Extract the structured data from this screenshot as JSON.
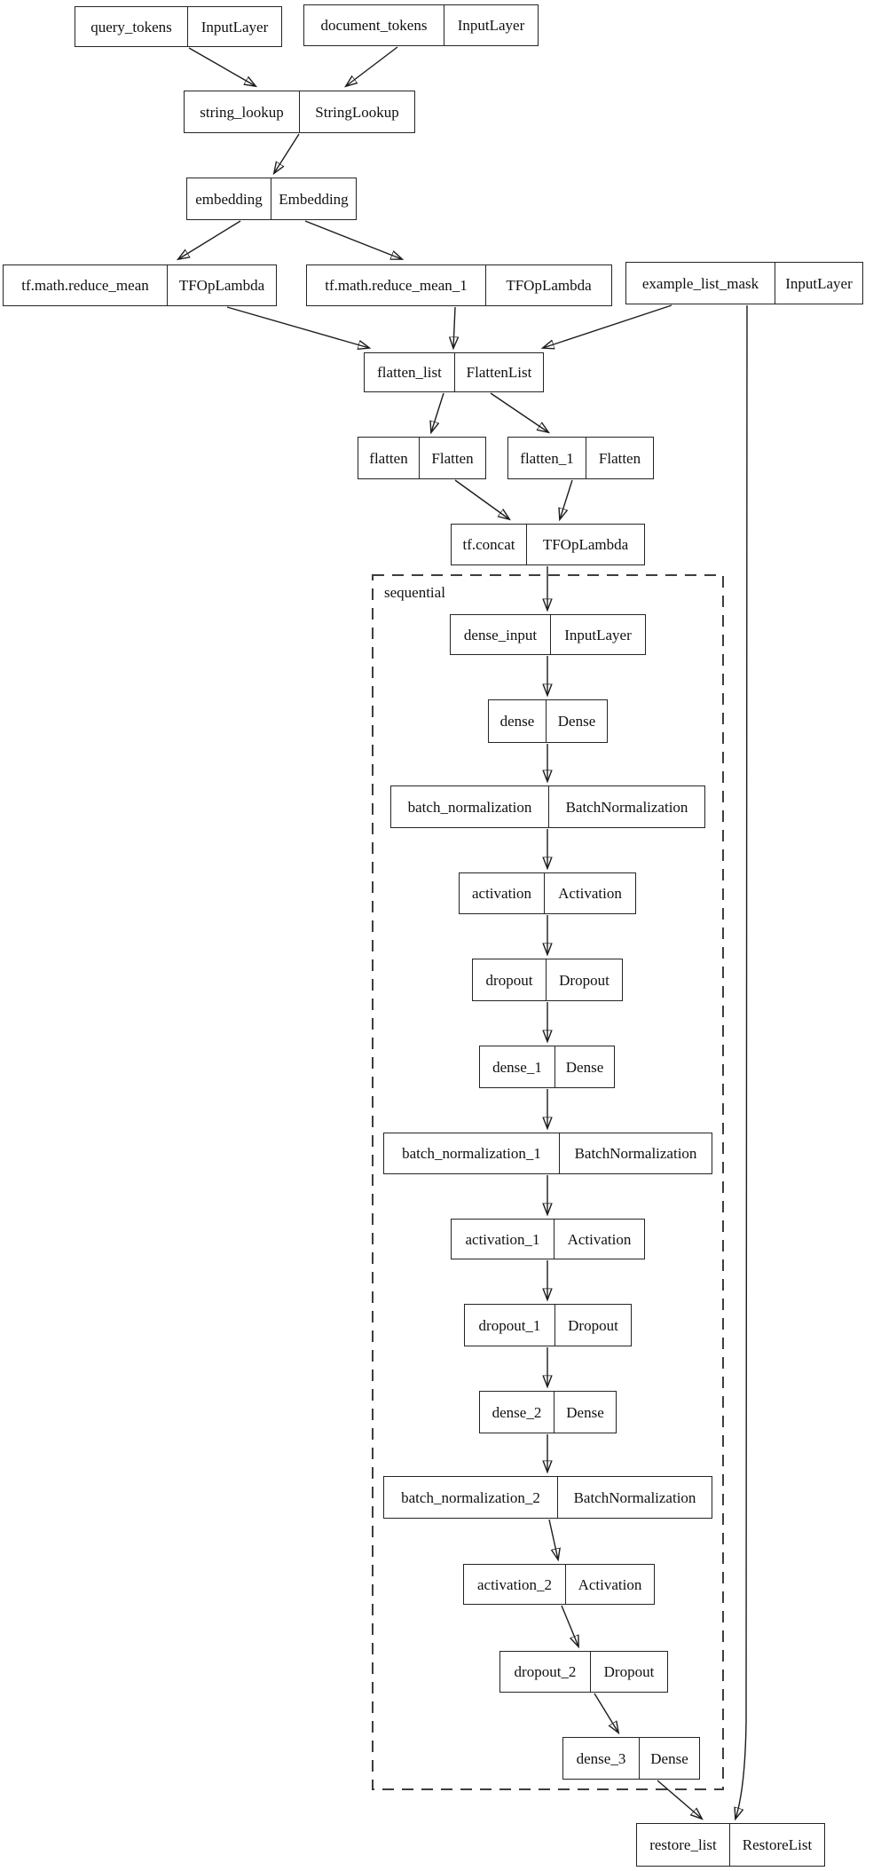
{
  "diagram": {
    "cluster": {
      "label": "sequential"
    },
    "nodes": {
      "query_tokens": {
        "name": "query_tokens",
        "type": "InputLayer"
      },
      "document_tokens": {
        "name": "document_tokens",
        "type": "InputLayer"
      },
      "string_lookup": {
        "name": "string_lookup",
        "type": "StringLookup"
      },
      "embedding": {
        "name": "embedding",
        "type": "Embedding"
      },
      "reduce_mean": {
        "name": "tf.math.reduce_mean",
        "type": "TFOpLambda"
      },
      "reduce_mean_1": {
        "name": "tf.math.reduce_mean_1",
        "type": "TFOpLambda"
      },
      "example_list_mask": {
        "name": "example_list_mask",
        "type": "InputLayer"
      },
      "flatten_list": {
        "name": "flatten_list",
        "type": "FlattenList"
      },
      "flatten": {
        "name": "flatten",
        "type": "Flatten"
      },
      "flatten_1": {
        "name": "flatten_1",
        "type": "Flatten"
      },
      "tf_concat": {
        "name": "tf.concat",
        "type": "TFOpLambda"
      },
      "dense_input": {
        "name": "dense_input",
        "type": "InputLayer"
      },
      "dense": {
        "name": "dense",
        "type": "Dense"
      },
      "batch_normalization": {
        "name": "batch_normalization",
        "type": "BatchNormalization"
      },
      "activation": {
        "name": "activation",
        "type": "Activation"
      },
      "dropout": {
        "name": "dropout",
        "type": "Dropout"
      },
      "dense_1": {
        "name": "dense_1",
        "type": "Dense"
      },
      "bn_1": {
        "name": "batch_normalization_1",
        "type": "BatchNormalization"
      },
      "activation_1": {
        "name": "activation_1",
        "type": "Activation"
      },
      "dropout_1": {
        "name": "dropout_1",
        "type": "Dropout"
      },
      "dense_2": {
        "name": "dense_2",
        "type": "Dense"
      },
      "bn_2": {
        "name": "batch_normalization_2",
        "type": "BatchNormalization"
      },
      "activation_2": {
        "name": "activation_2",
        "type": "Activation"
      },
      "dropout_2": {
        "name": "dropout_2",
        "type": "Dropout"
      },
      "dense_3": {
        "name": "dense_3",
        "type": "Dense"
      },
      "restore_list": {
        "name": "restore_list",
        "type": "RestoreList"
      }
    },
    "edges": [
      [
        "query_tokens",
        "string_lookup"
      ],
      [
        "document_tokens",
        "string_lookup"
      ],
      [
        "string_lookup",
        "embedding"
      ],
      [
        "embedding",
        "tf.math.reduce_mean"
      ],
      [
        "embedding",
        "tf.math.reduce_mean_1"
      ],
      [
        "tf.math.reduce_mean",
        "flatten_list"
      ],
      [
        "tf.math.reduce_mean_1",
        "flatten_list"
      ],
      [
        "example_list_mask",
        "flatten_list"
      ],
      [
        "flatten_list",
        "flatten"
      ],
      [
        "flatten_list",
        "flatten_1"
      ],
      [
        "flatten",
        "tf.concat"
      ],
      [
        "flatten_1",
        "tf.concat"
      ],
      [
        "tf.concat",
        "dense_input"
      ],
      [
        "dense_input",
        "dense"
      ],
      [
        "dense",
        "batch_normalization"
      ],
      [
        "batch_normalization",
        "activation"
      ],
      [
        "activation",
        "dropout"
      ],
      [
        "dropout",
        "dense_1"
      ],
      [
        "dense_1",
        "batch_normalization_1"
      ],
      [
        "batch_normalization_1",
        "activation_1"
      ],
      [
        "activation_1",
        "dropout_1"
      ],
      [
        "dropout_1",
        "dense_2"
      ],
      [
        "dense_2",
        "batch_normalization_2"
      ],
      [
        "batch_normalization_2",
        "activation_2"
      ],
      [
        "activation_2",
        "dropout_2"
      ],
      [
        "dropout_2",
        "dense_3"
      ],
      [
        "dense_3",
        "restore_list"
      ],
      [
        "example_list_mask",
        "restore_list"
      ]
    ],
    "colors": {
      "background": "#ffffff",
      "node_border": "#242424",
      "edge": "#1c1c1c",
      "text": "#111111"
    }
  }
}
